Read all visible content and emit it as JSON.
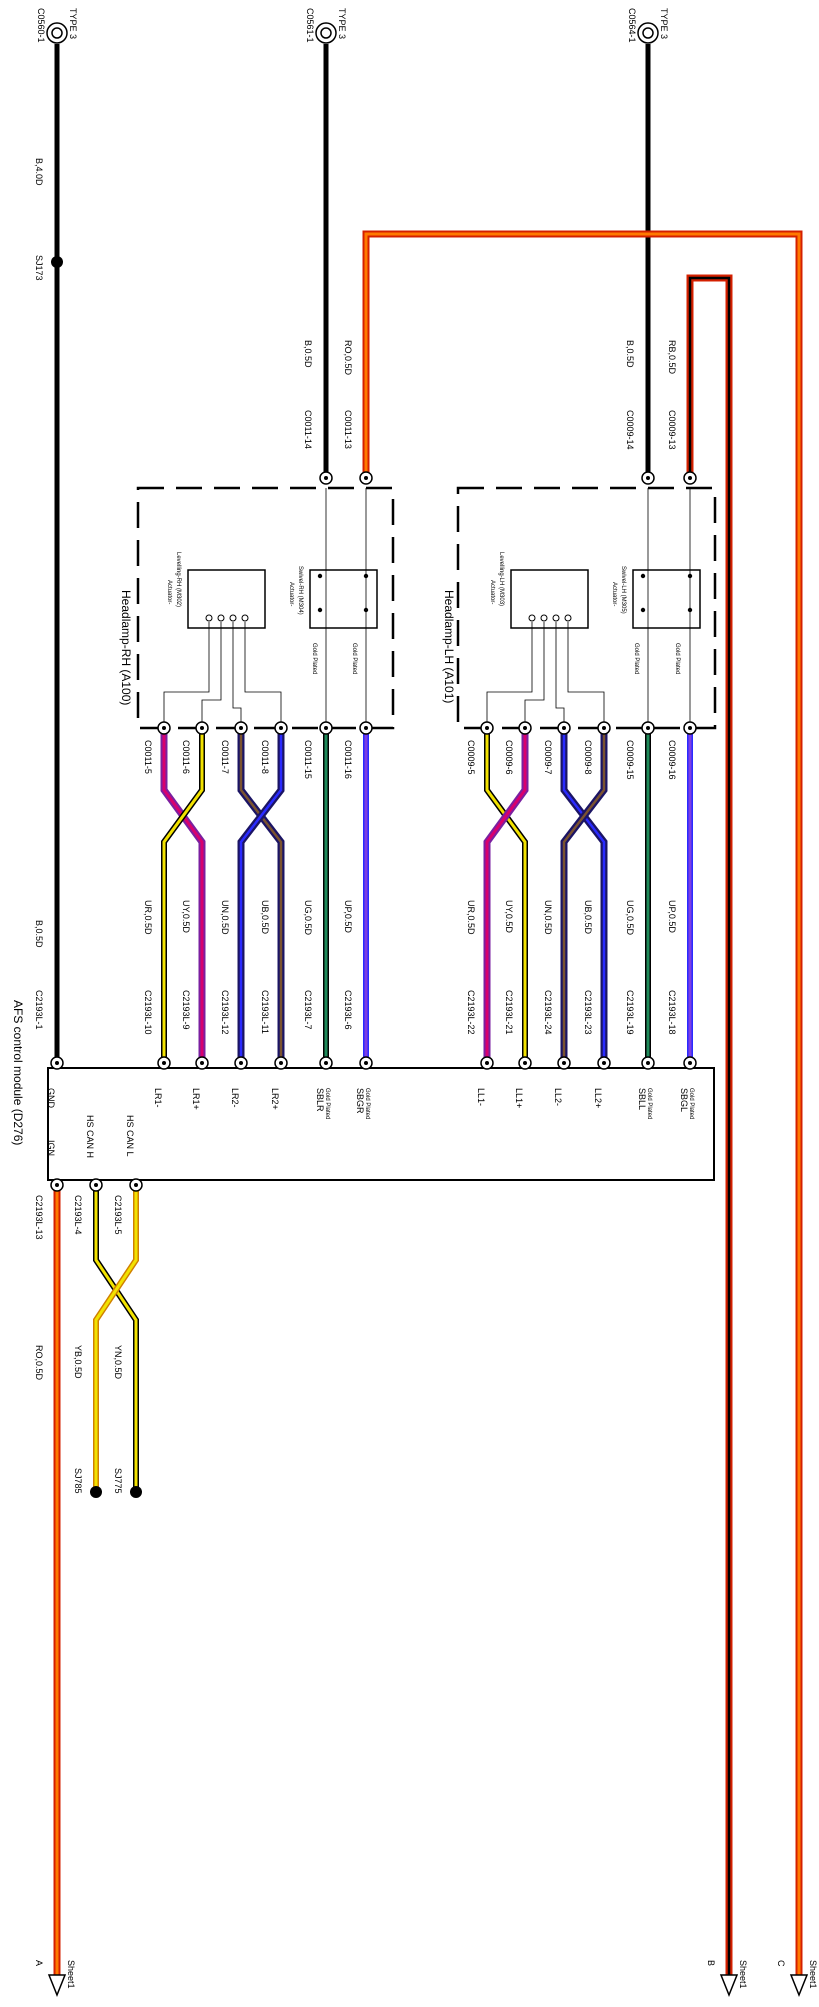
{
  "top_connectors": [
    {
      "id": "C0560-1",
      "type": "TYPE 3"
    },
    {
      "id": "C0561-1",
      "type": "TYPE 3"
    },
    {
      "id": "C0564-1",
      "type": "TYPE 3"
    }
  ],
  "splices": {
    "sj173": "SJ173",
    "sj785": "SJ785",
    "sj775": "SJ775"
  },
  "wire_labels": {
    "b40d": "B,4.0D",
    "b05d_top_a": "B,0.5D",
    "ro05d_top": "RO,0.5D",
    "b05d_top_b": "B,0.5D",
    "rb05d_top": "RB,0.5D",
    "b05d_module": "B,0.5D",
    "ro05d_ign": "RO,0.5D",
    "yb05d": "YB,0.5D",
    "yn05d": "YN,0.5D",
    "rh": [
      "UR,0.5D",
      "UY,0.5D",
      "UN,0.5D",
      "UB,0.5D",
      "UG,0.5D",
      "UP,0.5D"
    ],
    "lh": [
      "UR,0.5D",
      "UY,0.5D",
      "UN,0.5D",
      "UB,0.5D",
      "UG,0.5D",
      "UP,0.5D"
    ]
  },
  "pin_labels": {
    "c0011_14": "C0011-14",
    "c0011_13": "C0011-13",
    "c0009_14": "C0009-14",
    "c0009_13": "C0009-13",
    "c2193l_1": "C2193L-1",
    "c2193l_13": "C2193L-13",
    "c2193l_4": "C2193L-4",
    "c2193l_5": "C2193L-5",
    "rh_head": [
      "C0011-5",
      "C0011-6",
      "C0011-7",
      "C0011-8",
      "C0011-15",
      "C0011-16"
    ],
    "rh_mod": [
      "C2193L-10",
      "C2193L-9",
      "C2193L-12",
      "C2193L-11",
      "C2193L-7",
      "C2193L-6"
    ],
    "lh_head": [
      "C0009-5",
      "C0009-6",
      "C0009-7",
      "C0009-8",
      "C0009-15",
      "C0009-16"
    ],
    "lh_mod": [
      "C2193L-22",
      "C2193L-21",
      "C2193L-24",
      "C2193L-23",
      "C2193L-19",
      "C2193L-18"
    ]
  },
  "module": {
    "title": "AFS control module (D276)",
    "pins": {
      "gnd": "GND",
      "ign": "IGN",
      "hs_can_h": "HS CAN H",
      "hs_can_l": "HS CAN L",
      "lr1m": "LR1-",
      "lr1p": "LR1+",
      "lr2m": "LR2-",
      "lr2p": "LR2+",
      "sblr": "SBLR",
      "sbgr": "SBGR",
      "ll1m": "LL1-",
      "ll1p": "LL1+",
      "ll2m": "LL2-",
      "ll2p": "LL2+",
      "sbll": "SBLL",
      "sbgl": "SBGL"
    },
    "gold": "Gold Plated"
  },
  "headlamps": {
    "rh": {
      "title": "Headlamp-RH (A100)",
      "lev_a": "Actuator-",
      "lev_b": "Levelling-RH (M302)",
      "sw_a": "Actuator-",
      "sw_b": "Swivel-RH (M304)",
      "gold": "Gold Plated"
    },
    "lh": {
      "title": "Headlamp-LH (A101)",
      "lev_a": "Actuator-",
      "lev_b": "Levelling-LH (M303)",
      "sw_a": "Actuator-",
      "sw_b": "Swivel-LH (M305)",
      "gold": "Gold Plated"
    }
  },
  "sheet_refs": [
    {
      "letter": "A",
      "sheet": "Sheet1"
    },
    {
      "letter": "B",
      "sheet": "Sheet1"
    },
    {
      "letter": "C",
      "sheet": "Sheet1"
    }
  ],
  "colors": {
    "black": "#000000",
    "red": "#d42000",
    "orange": "#ff7a00",
    "yellow": "#f2e200",
    "pink": "#d8006e",
    "purple": "#7a1fa0",
    "navy": "#1b1464",
    "brown": "#7a5230",
    "green": "#1f8a5a",
    "violet": "#7b3fe4",
    "blue": "#2a2aff"
  }
}
